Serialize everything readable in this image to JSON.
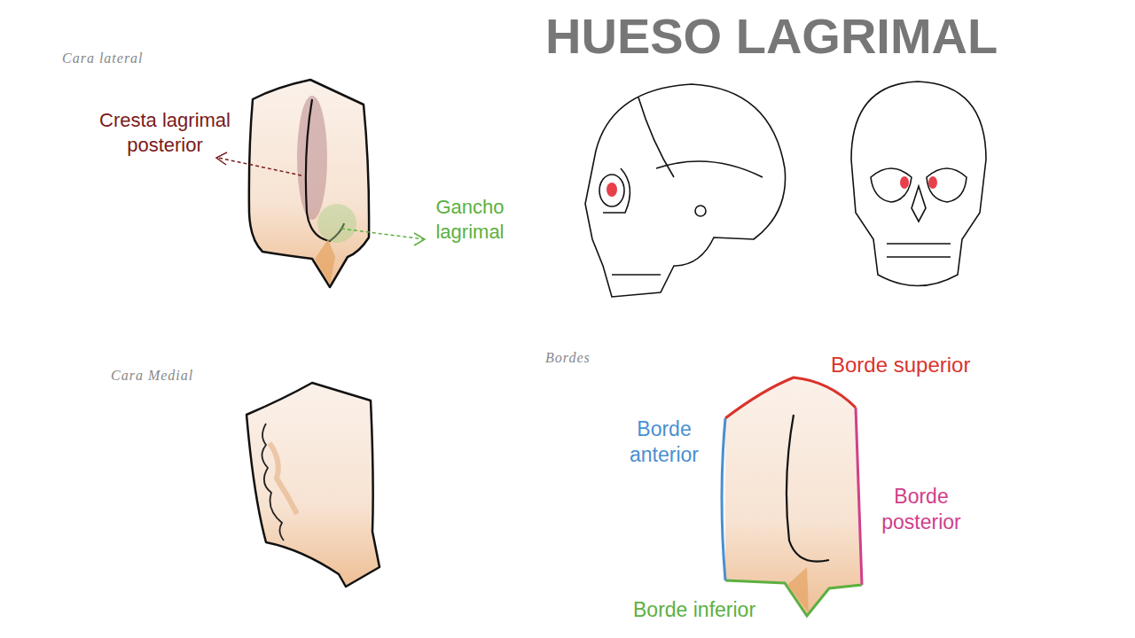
{
  "diagram": {
    "title": "HUESO LAGRIMAL",
    "labels": [
      "Cara lateral",
      "Cresta lagrimal posterior",
      "Gancho lagrimal",
      "Cara Medial",
      "Bordes",
      "Borde superior",
      "Borde anterior",
      "Borde posterior",
      "Borde inferior"
    ]
  }
}
